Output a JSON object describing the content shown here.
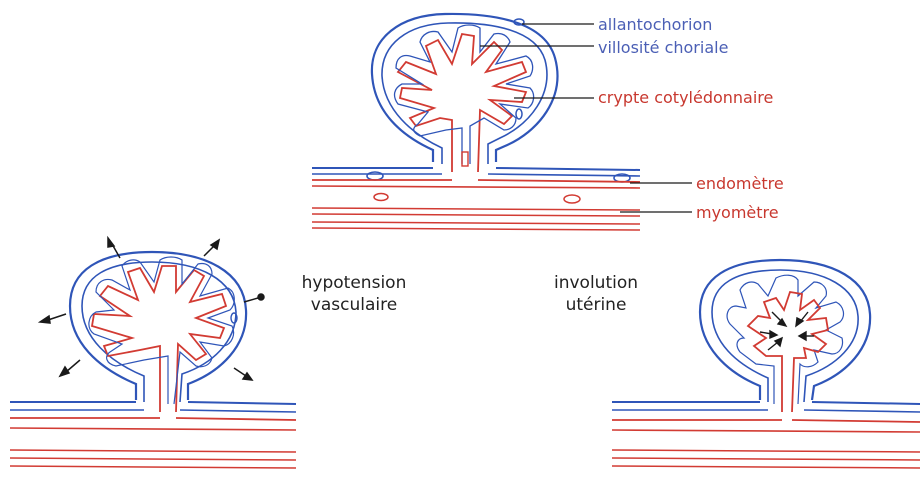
{
  "colors": {
    "blue": "#2f55b8",
    "red": "#d23b33",
    "leader": "#1a1a1a",
    "label_blue": "#4b5fb5",
    "label_red": "#c8382f"
  },
  "labels": {
    "allantochorion": "allantochorion",
    "villosite": "villosité choriale",
    "crypte": "crypte cotylédonnaire",
    "endometre": "endomètre",
    "myometre": "myomètre"
  },
  "captions": {
    "hypotension_1": "hypotension",
    "hypotension_2": "vasculaire",
    "involution_1": "involution",
    "involution_2": "utérine"
  }
}
